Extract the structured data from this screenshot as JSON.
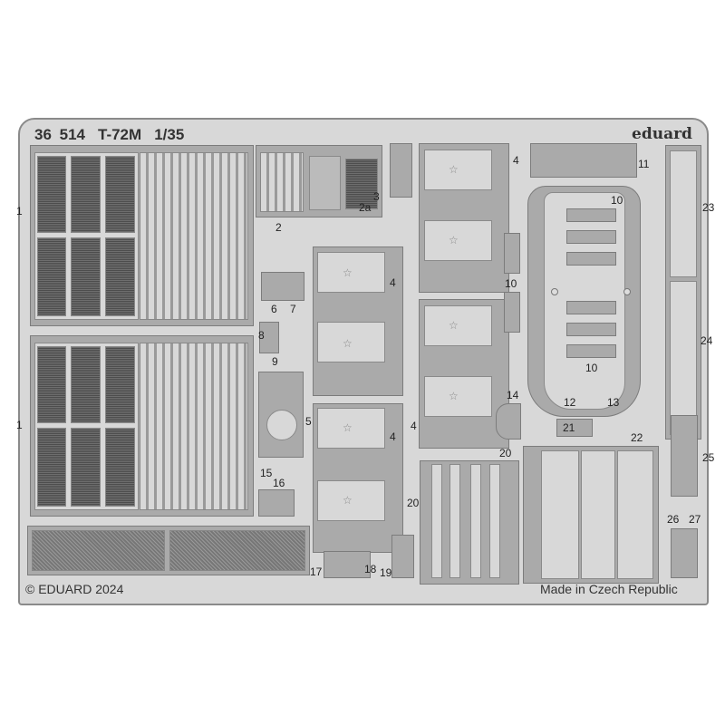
{
  "header": {
    "code": "36 514",
    "model": "T-72M",
    "scale": "1/35",
    "brand": "eduard"
  },
  "footer": {
    "copyright": "© EDUARD 2024",
    "origin": "Made in Czech Republic"
  },
  "part_labels": {
    "p1a": "1",
    "p1b": "1",
    "p2": "2",
    "p2a": "2a",
    "p3": "3",
    "p4a": "4",
    "p4b": "4",
    "p4c": "4",
    "p4d": "4",
    "p5": "5",
    "p6": "6",
    "p7": "7",
    "p8": "8",
    "p9": "9",
    "p10a": "10",
    "p10b": "10",
    "p10c": "10",
    "p11": "11",
    "p12": "12",
    "p13": "13",
    "p14": "14",
    "p15": "15",
    "p16": "16",
    "p17": "17",
    "p18": "18",
    "p19": "19",
    "p20a": "20",
    "p20b": "20",
    "p21": "21",
    "p22": "22",
    "p23": "23",
    "p24": "24",
    "p25": "25",
    "p26": "26",
    "p27": "27"
  },
  "colors": {
    "fret": "#d8d8d8",
    "part_dark": "#aaaaaa",
    "mesh": "#5a5a5a"
  }
}
